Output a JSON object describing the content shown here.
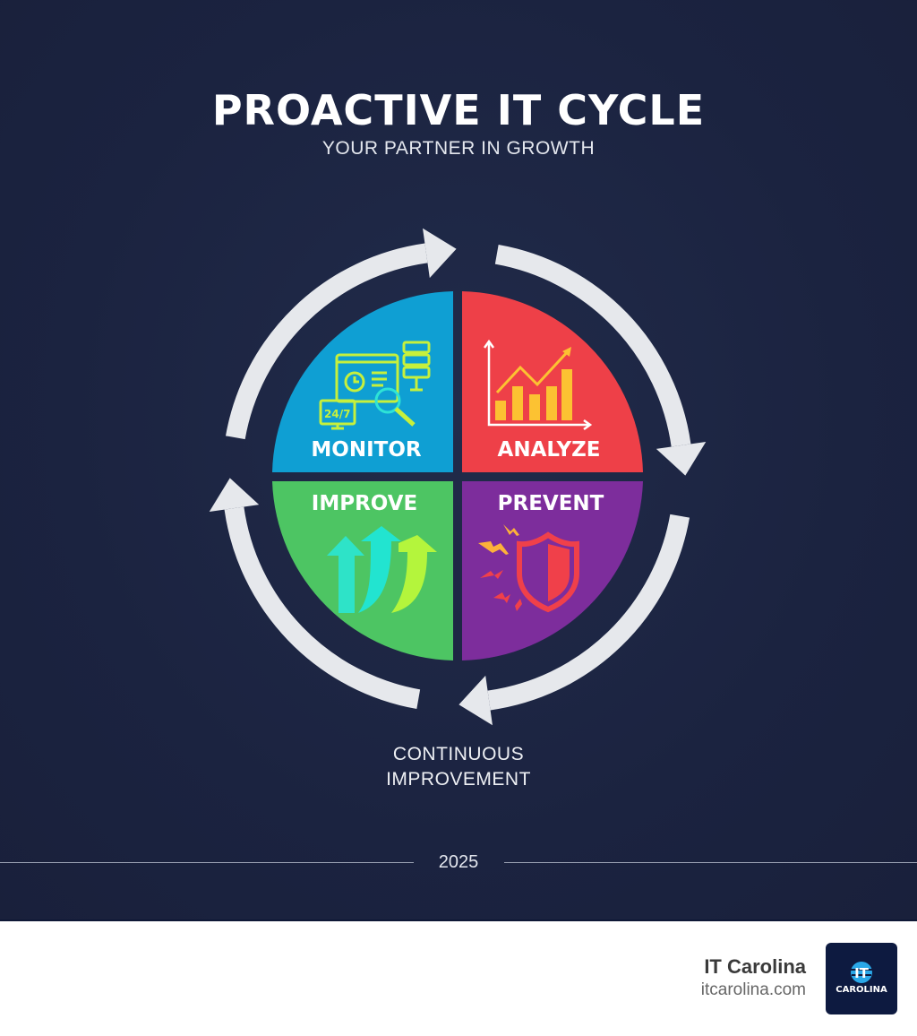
{
  "header": {
    "title": "PROACTIVE IT CYCLE",
    "subtitle": "YOUR PARTNER IN GROWTH"
  },
  "cycle": {
    "quadrants": [
      {
        "label": "MONITOR",
        "color": "#0f9fd3",
        "icon": "monitoring-dashboard-icon",
        "badge": "24/7"
      },
      {
        "label": "ANALYZE",
        "color": "#ee4048",
        "icon": "bar-chart-trend-icon"
      },
      {
        "label": "IMPROVE",
        "color": "#4dc563",
        "icon": "upward-arrows-icon"
      },
      {
        "label": "PREVENT",
        "color": "#7d2d9c",
        "icon": "shield-icon"
      }
    ],
    "ring_color": "#e6e8ec"
  },
  "footer": {
    "caption_line1": "CONTINUOUS",
    "caption_line2": "IMPROVEMENT",
    "year": "2025"
  },
  "brand": {
    "name": "IT Carolina",
    "url": "itcarolina.com",
    "logo_text": "CAROLINA",
    "logo_mark": "IT"
  },
  "colors": {
    "background": "#1b2340",
    "logo_bg": "#0d1a40"
  }
}
